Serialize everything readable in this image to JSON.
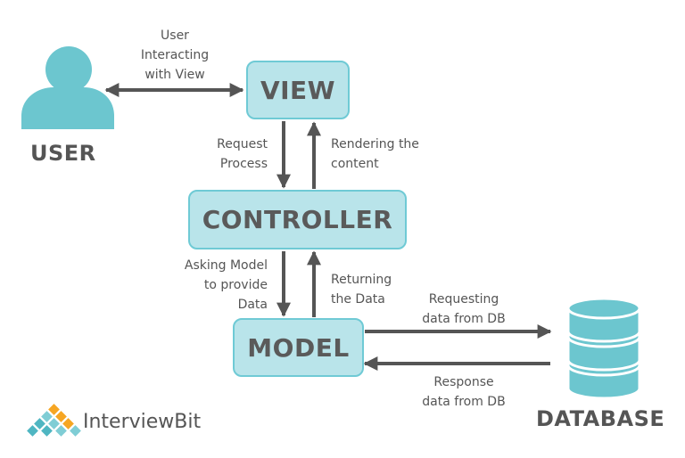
{
  "nodes": {
    "user": "USER",
    "view": "VIEW",
    "controller": "CONTROLLER",
    "model": "MODEL",
    "database": "DATABASE"
  },
  "edges": {
    "user_view": "User\nInteracting\nwith View",
    "request_process": "Request\nProcess",
    "rendering": "Rendering the\ncontent",
    "asking_model": "Asking Model\nto provide\nData",
    "returning": "Returning\nthe Data",
    "requesting_db": "Requesting\ndata from DB",
    "response_db": "Response\ndata from DB"
  },
  "brand": {
    "name": "InterviewBit"
  },
  "colors": {
    "box_fill": "#b9e4ea",
    "box_border": "#6fcad5",
    "icon": "#6cc6cf",
    "arrow": "#555555",
    "text": "#555555"
  }
}
